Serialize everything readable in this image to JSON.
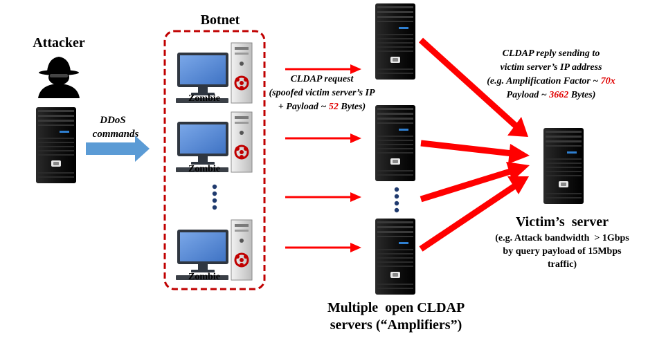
{
  "attacker": {
    "label": "Attacker"
  },
  "ddos_label": {
    "line1": "DDoS",
    "line2": "commands"
  },
  "botnet": {
    "title": "Botnet",
    "zombies": [
      {
        "label": "Zombie"
      },
      {
        "label": "Zombie"
      },
      {
        "label": "Zombie"
      }
    ]
  },
  "request_label": {
    "line1": "CLDAP request",
    "line2": "(spoofed victim server’s IP",
    "line3_prefix": "+ Payload ~ ",
    "line3_value": "52",
    "line3_suffix": " Bytes)"
  },
  "reply_label": {
    "line1": "CLDAP reply sending to",
    "line2": "victim server’s IP address",
    "line3_prefix": "(e.g. Amplification Factor ~ ",
    "line3_value": "70x",
    "line4_prefix": "Payload ~ ",
    "line4_value": "3662",
    "line4_suffix": " Bytes)"
  },
  "amplifiers": {
    "line1": "Multiple  open CLDAP",
    "line2": "servers (“Amplifiers”)"
  },
  "victim": {
    "title": "Victim’s  server",
    "line1": "(e.g. Attack bandwidth  > 1Gbps",
    "line2": "by query payload of 15Mbps",
    "line3": "traffic)"
  },
  "colors": {
    "attack_arrow": "#ff0000",
    "command_arrow": "#5b9bd5",
    "botnet_border": "#c00000",
    "highlight_text": "#e00000",
    "monitor_screen": "#5b8ed6",
    "server_body": "#141414"
  },
  "icons": {
    "attacker": "hacker-spy-icon",
    "server": "server-tower-icon",
    "zombie": "computer-biohazard-icon",
    "ellipsis": "vertical-dots-icon"
  }
}
